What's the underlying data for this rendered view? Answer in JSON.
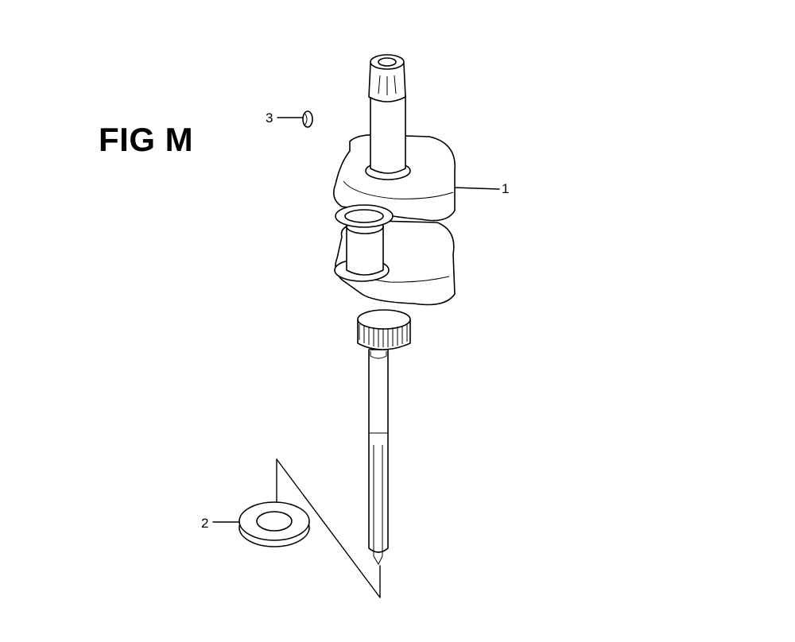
{
  "figure": {
    "title": "FIG M",
    "callouts": [
      {
        "number": "1",
        "part": "crankshaft"
      },
      {
        "number": "2",
        "part": "washer"
      },
      {
        "number": "3",
        "part": "key"
      }
    ]
  }
}
